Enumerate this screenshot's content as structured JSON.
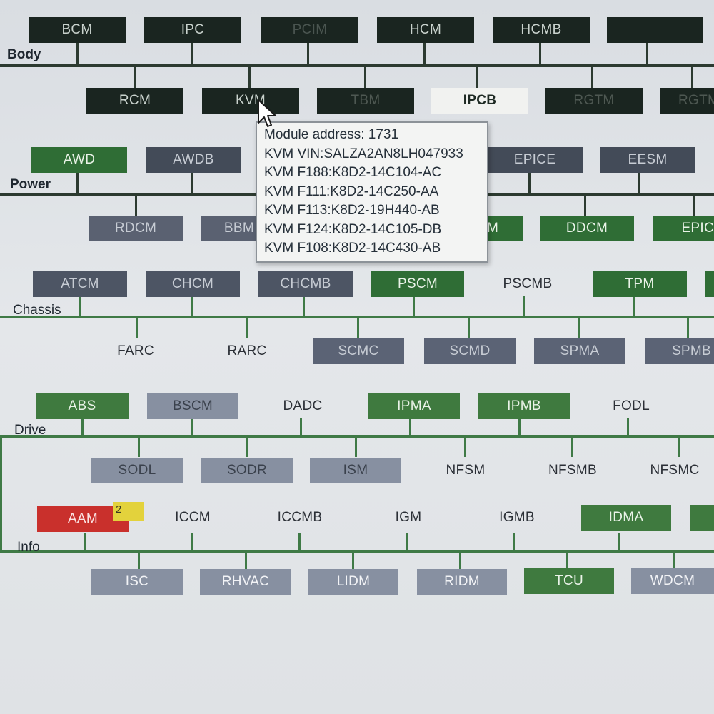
{
  "sections": {
    "body": "Body",
    "power": "Power",
    "chassis": "Chassis",
    "drive": "Drive",
    "info": "Info"
  },
  "modules": {
    "bcm": "BCM",
    "ipc": "IPC",
    "pcim": "PCIM",
    "hcm": "HCM",
    "hcmb": "HCMB",
    "rcm": "RCM",
    "kvm": "KVM",
    "tbm": "TBM",
    "ipcb": "IPCB",
    "rgtm": "RGTM",
    "rgtm2": "RGTM",
    "awd": "AWD",
    "awdb": "AWDB",
    "epice": "EPICE",
    "eesm": "EESM",
    "rdcm": "RDCM",
    "bbm": "BBM",
    "xcm": "M",
    "ddcm": "DDCM",
    "epic": "EPIC",
    "atcm": "ATCM",
    "chcm": "CHCM",
    "chcmb": "CHCMB",
    "pscm": "PSCM",
    "pscmb": "PSCMB",
    "tpm": "TPM",
    "farc": "FARC",
    "rarc": "RARC",
    "scmc": "SCMC",
    "scmd": "SCMD",
    "spma": "SPMA",
    "spmb": "SPMB",
    "abs": "ABS",
    "bscm": "BSCM",
    "dadc": "DADC",
    "ipma": "IPMA",
    "ipmb": "IPMB",
    "fodl": "FODL",
    "sodl": "SODL",
    "sodr": "SODR",
    "ism": "ISM",
    "nfsm": "NFSM",
    "nfsmb": "NFSMB",
    "nfsmc": "NFSMC",
    "aam": "AAM",
    "iccm": "ICCM",
    "iccmb": "ICCMB",
    "igm": "IGM",
    "igmb": "IGMB",
    "idma": "IDMA",
    "isc": "ISC",
    "rhvac": "RHVAC",
    "lidm": "LIDM",
    "ridm": "RIDM",
    "tcu": "TCU",
    "wdcm": "WDCM"
  },
  "aam_badge": "2",
  "tooltip": {
    "line1": "Module address: 1731",
    "line2": "KVM VIN:SALZA2AN8LH047933",
    "line3": "KVM F188:K8D2-14C104-AC",
    "line4": "KVM F111:K8D2-14C250-AA",
    "line5": "KVM F113:K8D2-19H440-AB",
    "line6": "KVM F124:K8D2-14C105-DB",
    "line7": "KVM F108:K8D2-14C430-AB"
  },
  "colors": {
    "dark_module": "#1a2520",
    "slate_module": "#434b58",
    "gray_module": "#8790a1",
    "green_module": "#2f6d35",
    "red_module": "#c9302c",
    "bus_dark": "#2c3a30",
    "bus_green": "#3f7a46"
  }
}
